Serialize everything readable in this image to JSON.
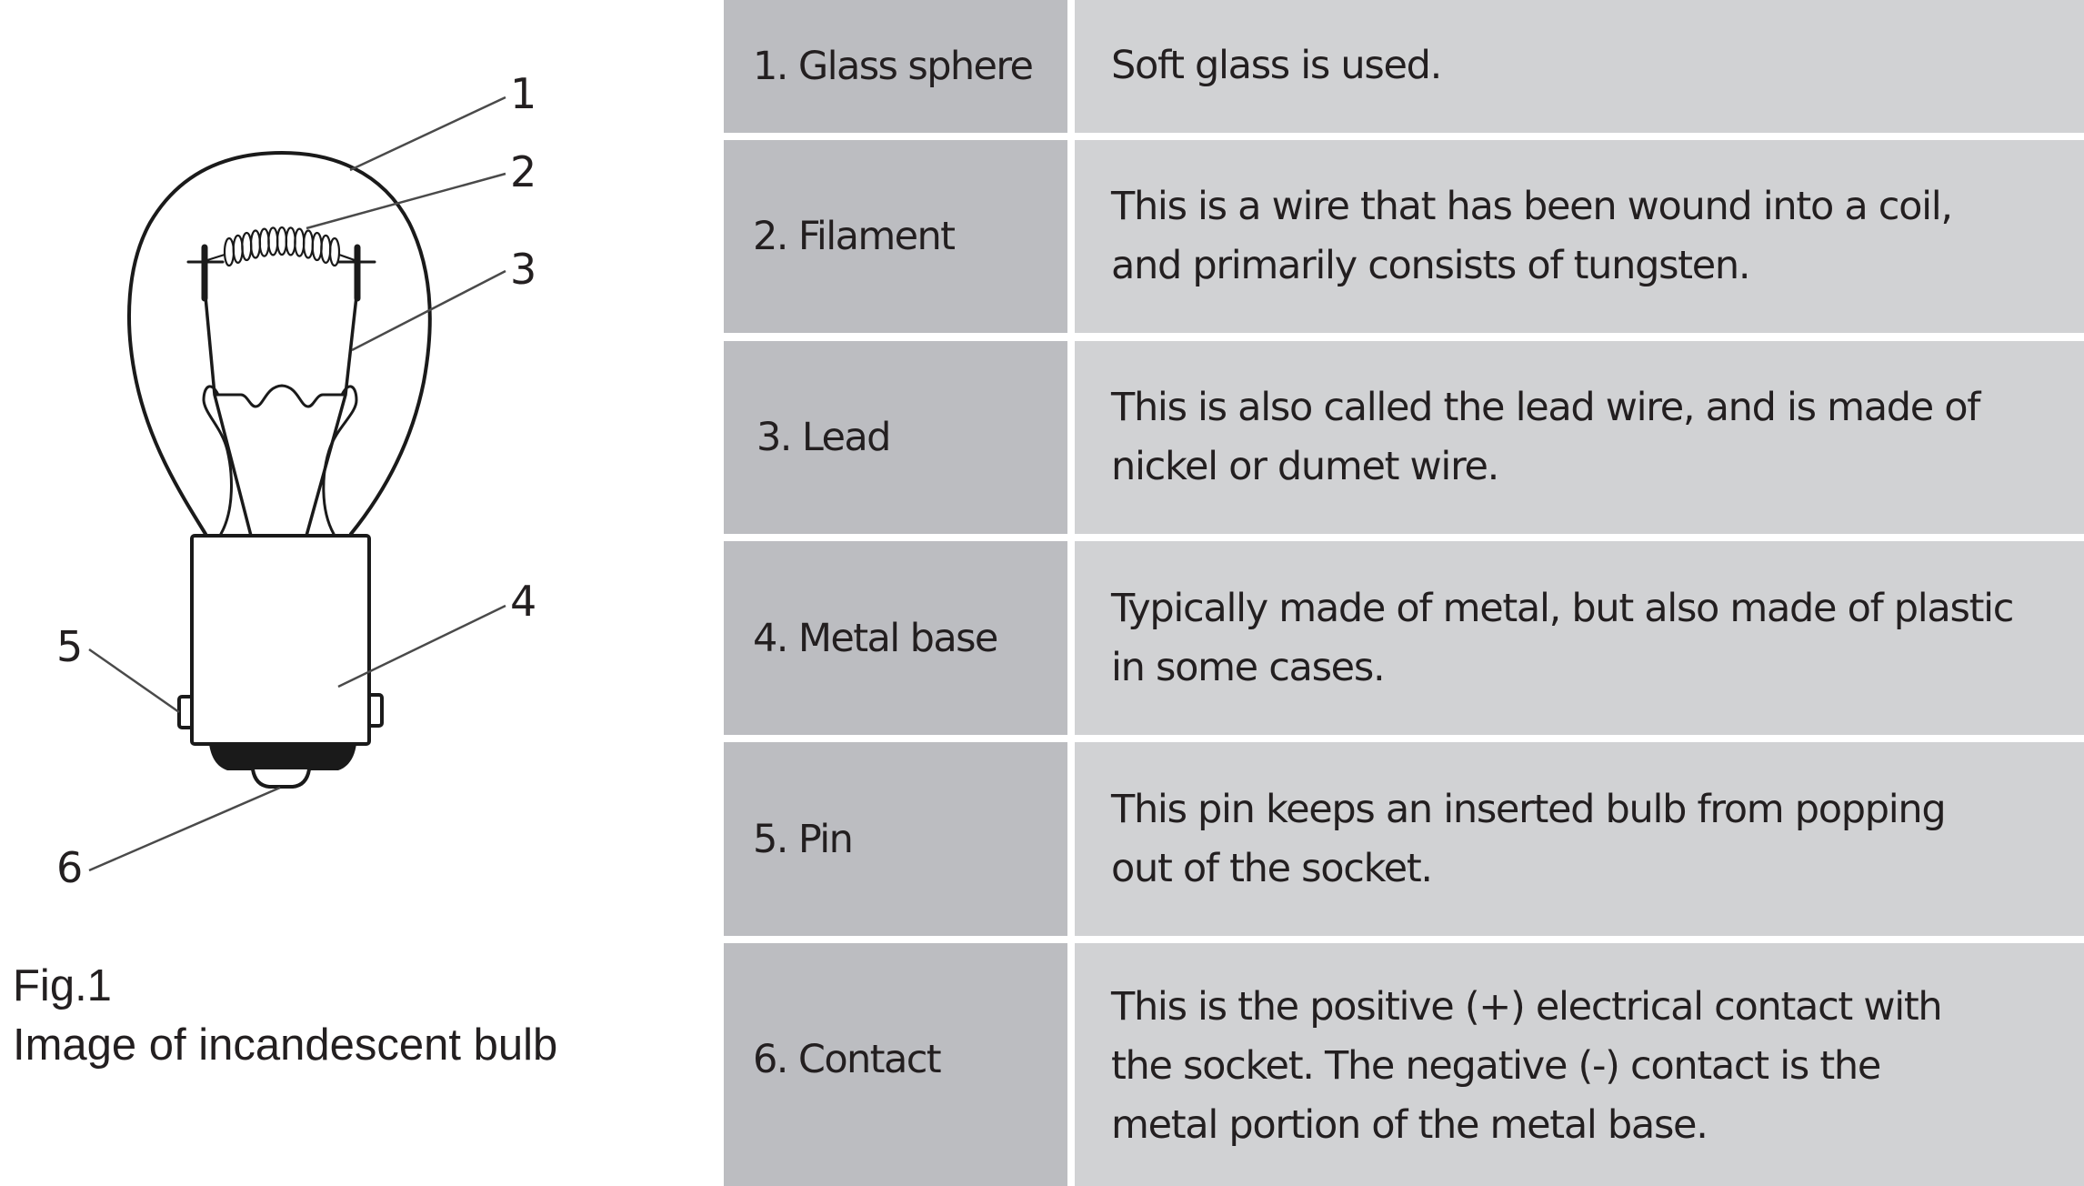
{
  "figure": {
    "callouts": [
      "1",
      "2",
      "3",
      "4",
      "5",
      "6"
    ],
    "caption_fig": "Fig.1",
    "caption_title": "Image of incandescent bulb"
  },
  "table": {
    "rows": [
      {
        "part": "1. Glass sphere",
        "description": [
          "Soft glass is used."
        ]
      },
      {
        "part": "2. Filament",
        "description": [
          "This is a wire that has been wound into a coil,",
          "and primarily consists of tungsten."
        ]
      },
      {
        "part": "3. Lead",
        "description": [
          "This is also called the lead wire, and is made of",
          "nickel or dumet wire."
        ]
      },
      {
        "part": "4. Metal base",
        "description": [
          "Typically made of metal, but also made of plastic",
          "in some cases."
        ]
      },
      {
        "part": "5. Pin",
        "description": [
          "This pin keeps an inserted bulb from popping",
          "out of the socket."
        ]
      },
      {
        "part": "6. Contact",
        "description": [
          "This is the positive (+) electrical contact with",
          "the socket. The negative (-) contact is the",
          "metal portion of the metal base."
        ]
      }
    ]
  },
  "colors": {
    "part_cell": "#bcbdc1",
    "description_cell": "#d1d2d4",
    "text": "#231f20",
    "line_art": "#1a1a1a",
    "leader": "#4a4a4a"
  }
}
